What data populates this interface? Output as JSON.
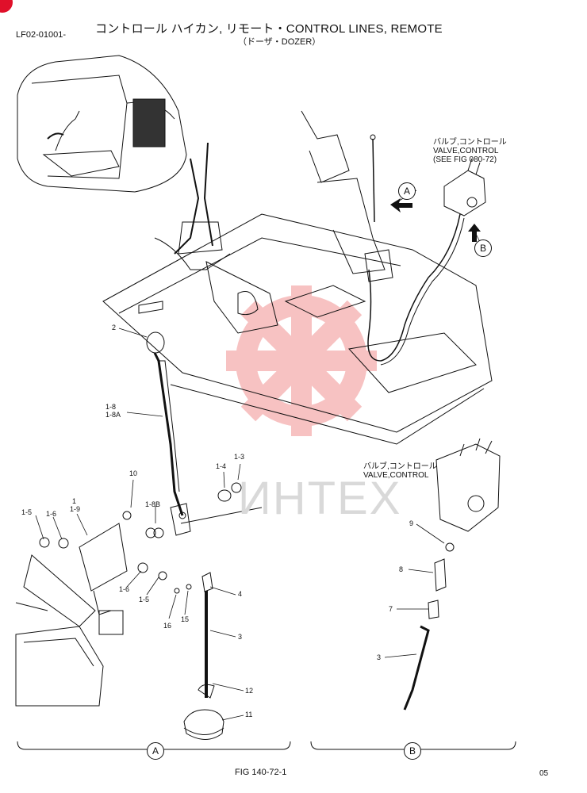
{
  "header": {
    "doc_code": "LF02-01001-",
    "title": "コントロール ハイカン, リモート・CONTROL LINES, REMOTE",
    "subtitle": "（ドーザ・DOZER）"
  },
  "callouts": {
    "valve_top": [
      "バルブ,コントロール",
      "VALVE,CONTROL",
      "(SEE FIG 080-72)"
    ],
    "valve_bottom": [
      "バルブ,コントロール",
      "VALVE,CONTROL"
    ]
  },
  "view_markers": {
    "a": "A",
    "b": "B"
  },
  "part_numbers": {
    "p2": "2",
    "p1_8": "1-8",
    "p1_8a": "1-8A",
    "p10": "10",
    "p1_8b": "1-8B",
    "p1_4": "1-4",
    "p1_3": "1-3",
    "p1": "1",
    "p1_9": "1-9",
    "p1_5a": "1-5",
    "p1_6a": "1-6",
    "p1_6b": "1-6",
    "p1_5b": "1-5",
    "p16": "16",
    "p15": "15",
    "p4": "4",
    "p3a": "3",
    "p12": "12",
    "p11": "11",
    "p9": "9",
    "p8": "8",
    "p7": "7",
    "p3b": "3"
  },
  "footer": {
    "fig": "FIG 140-72-1",
    "page": "05"
  },
  "watermark": "ИНТЕХ",
  "colors": {
    "line": "#111111",
    "watermark_gear": "#f6b8b8",
    "watermark_text": "#d9d9d9",
    "accent": "#e0102a"
  }
}
